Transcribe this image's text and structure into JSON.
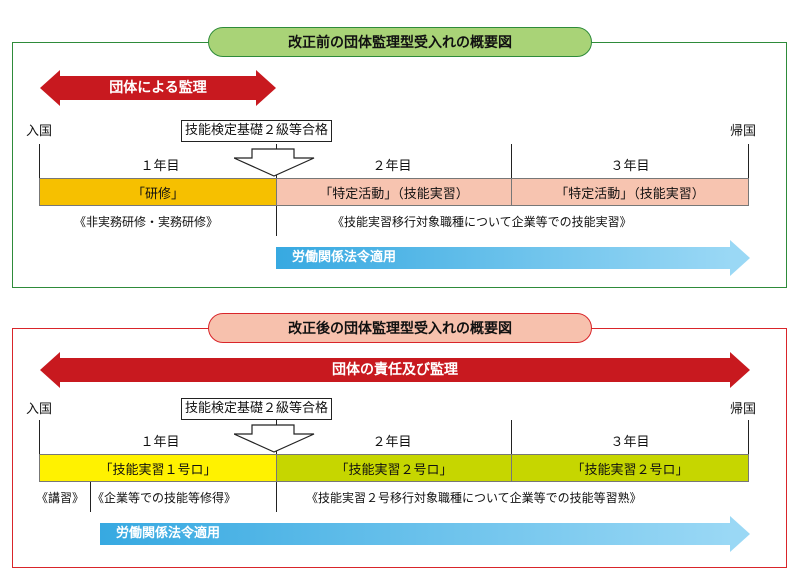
{
  "colors": {
    "top_border": "#2e8b3a",
    "top_title_bg": "#a9d377",
    "bottom_border": "#d9252a",
    "bottom_title_bg": "#f7c1ad",
    "red_arrow": "#c8191f",
    "kenshu": "#f6c000",
    "tokutei": "#f7c4b0",
    "gino1": "#fff200",
    "gino2": "#c6d600",
    "blue_arrow": "#37a9e1"
  },
  "top": {
    "title": "改正前の団体監理型受入れの概要図",
    "supervision_arrow": "団体による監理",
    "entry": "入国",
    "exit": "帰国",
    "exam": "技能検定基礎２級等合格",
    "years": [
      "１年目",
      "２年目",
      "３年目"
    ],
    "segments": [
      "「研修」",
      "「特定活動」（技能実習）",
      "「特定活動」（技能実習）"
    ],
    "note_left": "《非実務研修・実務研修》",
    "note_right": "《技能実習移行対象職種について企業等での技能実習》",
    "law_arrow": "労働関係法令適用"
  },
  "bottom": {
    "title": "改正後の団体監理型受入れの概要図",
    "supervision_arrow": "団体の責任及び監理",
    "entry": "入国",
    "exit": "帰国",
    "exam": "技能検定基礎２級等合格",
    "years": [
      "１年目",
      "２年目",
      "３年目"
    ],
    "segments": [
      "「技能実習１号ロ」",
      "「技能実習２号ロ」",
      "「技能実習２号ロ」"
    ],
    "note_a": "《講習》",
    "note_b": "《企業等での技能等修得》",
    "note_right": "《技能実習２号移行対象職種について企業等での技能等習熟》",
    "law_arrow": "労働関係法令適用"
  }
}
